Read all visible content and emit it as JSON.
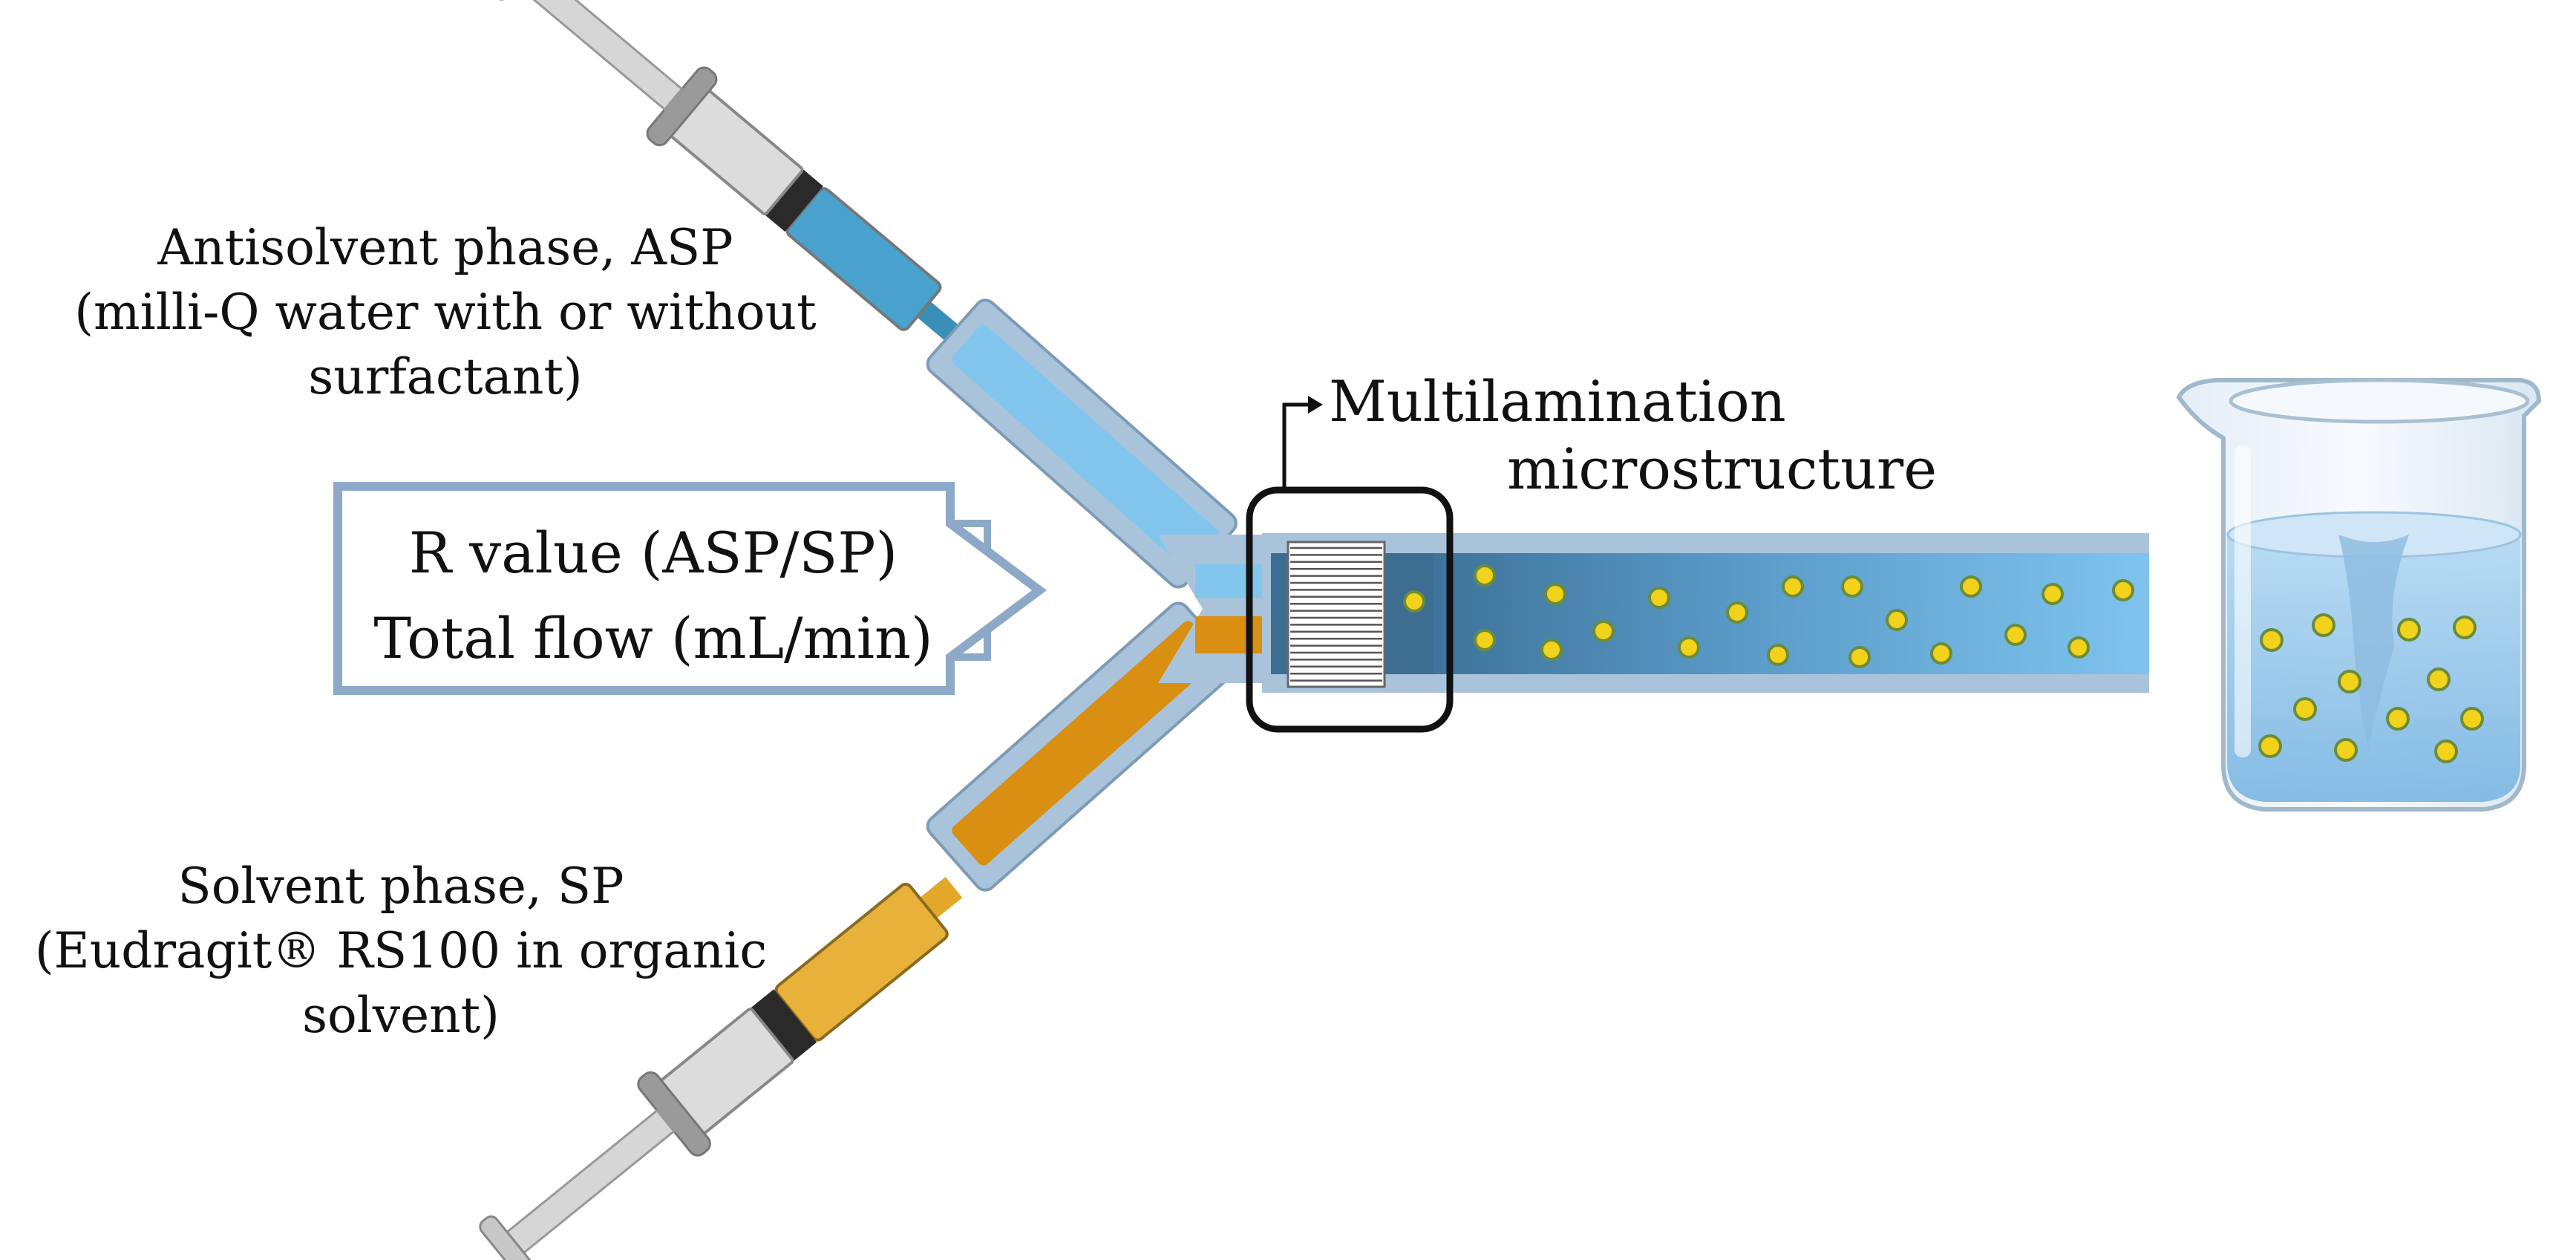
{
  "diagram": {
    "antisolvent_label": {
      "line1": "Antisolvent phase, ASP",
      "line2": "(milli-Q water with or without",
      "line3": "surfactant)"
    },
    "solvent_label": {
      "line1": "Solvent phase, SP",
      "line2": "(Eudragit® RS100 in organic",
      "line3": "solvent)"
    },
    "parameters": {
      "r_value": "R value (ASP/SP)",
      "total_flow": "Total flow (mL/min)"
    },
    "microstructure_label": {
      "line1": "Multilamination",
      "line2": "microstructure"
    }
  },
  "colors": {
    "antisolvent": "#7fc3ea",
    "solvent": "#d88f12",
    "channel_dark": "#3d6d91",
    "channel_frame": "#a7bfd6",
    "nanoparticle": "#f2d21b",
    "arrow_outline": "#8da9c7"
  }
}
